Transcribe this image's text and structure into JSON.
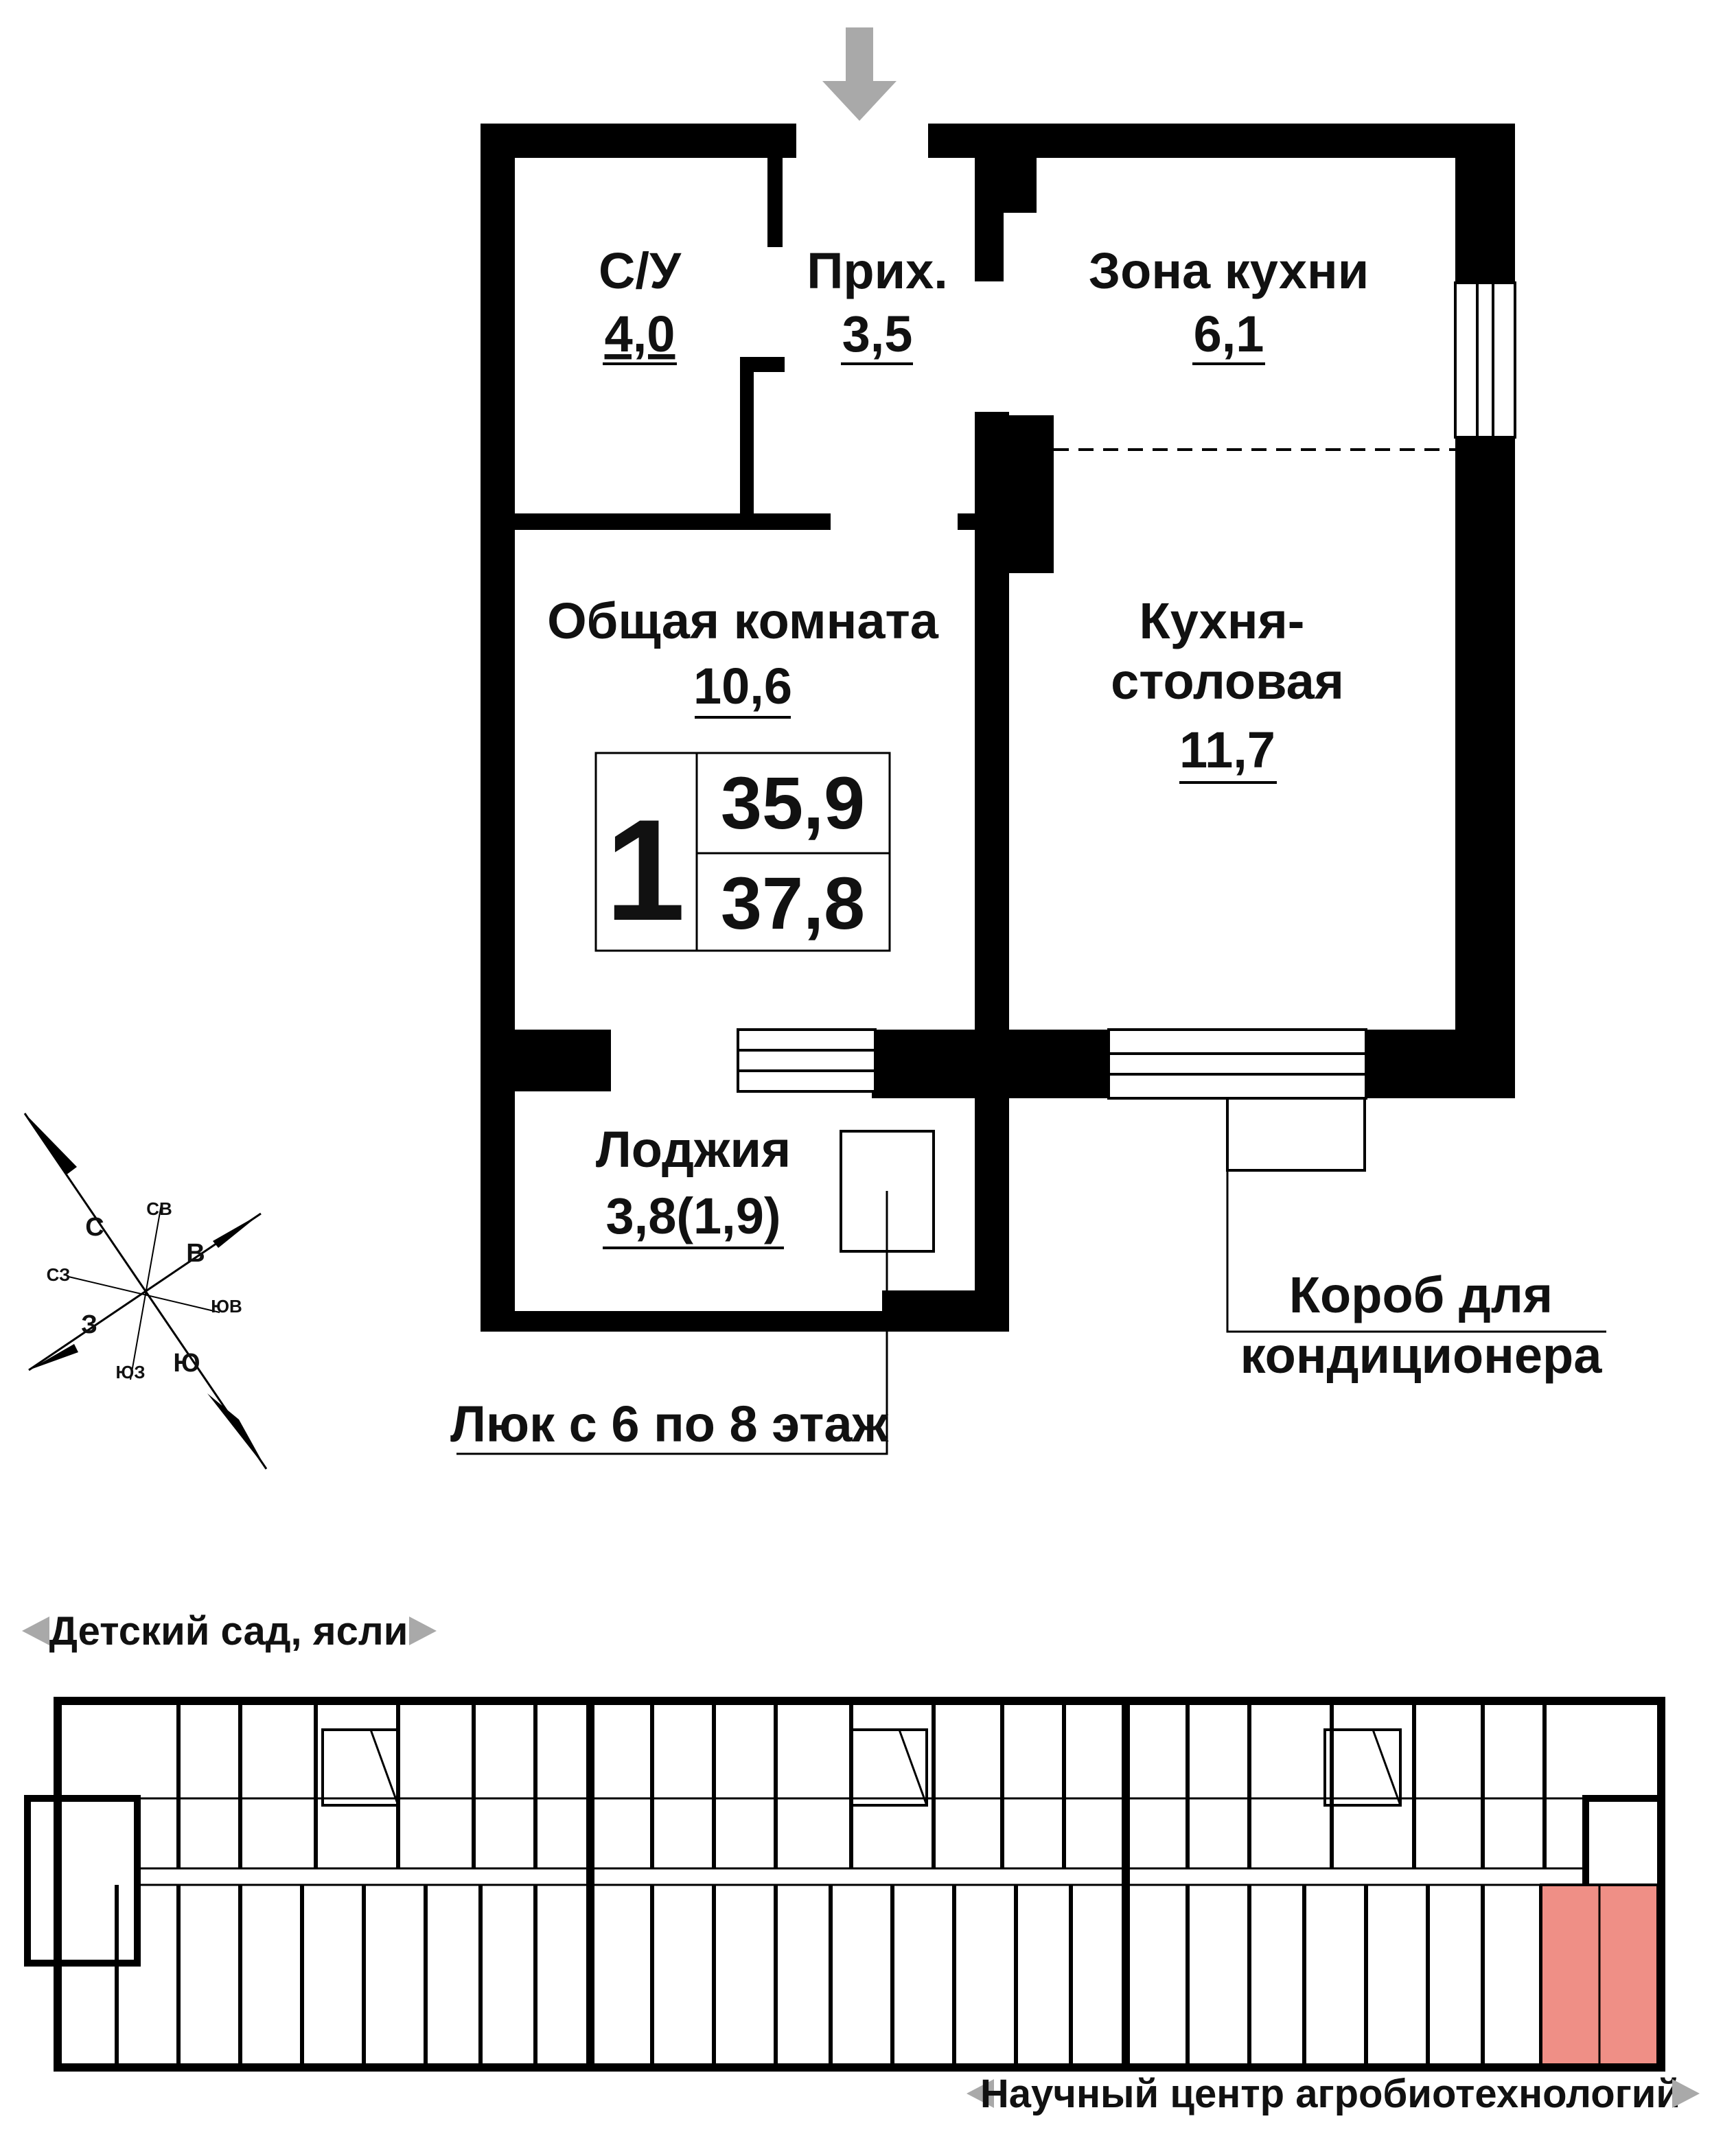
{
  "rooms": {
    "bathroom": {
      "label": "С/У",
      "area": "4,0"
    },
    "hall": {
      "label": "Прих.",
      "area": "3,5"
    },
    "kitchen_zone": {
      "label": "Зона кухни",
      "area": "6,1"
    },
    "living": {
      "label": "Общая комната",
      "area": "10,6"
    },
    "kitchen_dining": {
      "label_line1": "Кухня-",
      "label_line2": "столовая",
      "area": "11,7"
    },
    "loggia": {
      "label": "Лоджия",
      "area": "3,8(1,9)"
    }
  },
  "summary": {
    "rooms_count": "1",
    "living_area": "35,9",
    "total_area": "37,8"
  },
  "annotations": {
    "ac_box_line1": "Короб для",
    "ac_box_line2": "кондиционера",
    "hatch": "Люк с 6 по 8 этаж"
  },
  "compass": {
    "north": "С",
    "northeast": "СВ",
    "east": "В",
    "southeast": "ЮВ",
    "south": "Ю",
    "southwest": "ЮЗ",
    "west": "З",
    "northwest": "СЗ"
  },
  "surroundings": {
    "top": "Детский сад, ясли",
    "bottom": "Научный центр агробиотехнологий"
  },
  "colors": {
    "wall": "#000000",
    "highlight": "#ef8f86",
    "arrow": "#a9a9a9"
  }
}
